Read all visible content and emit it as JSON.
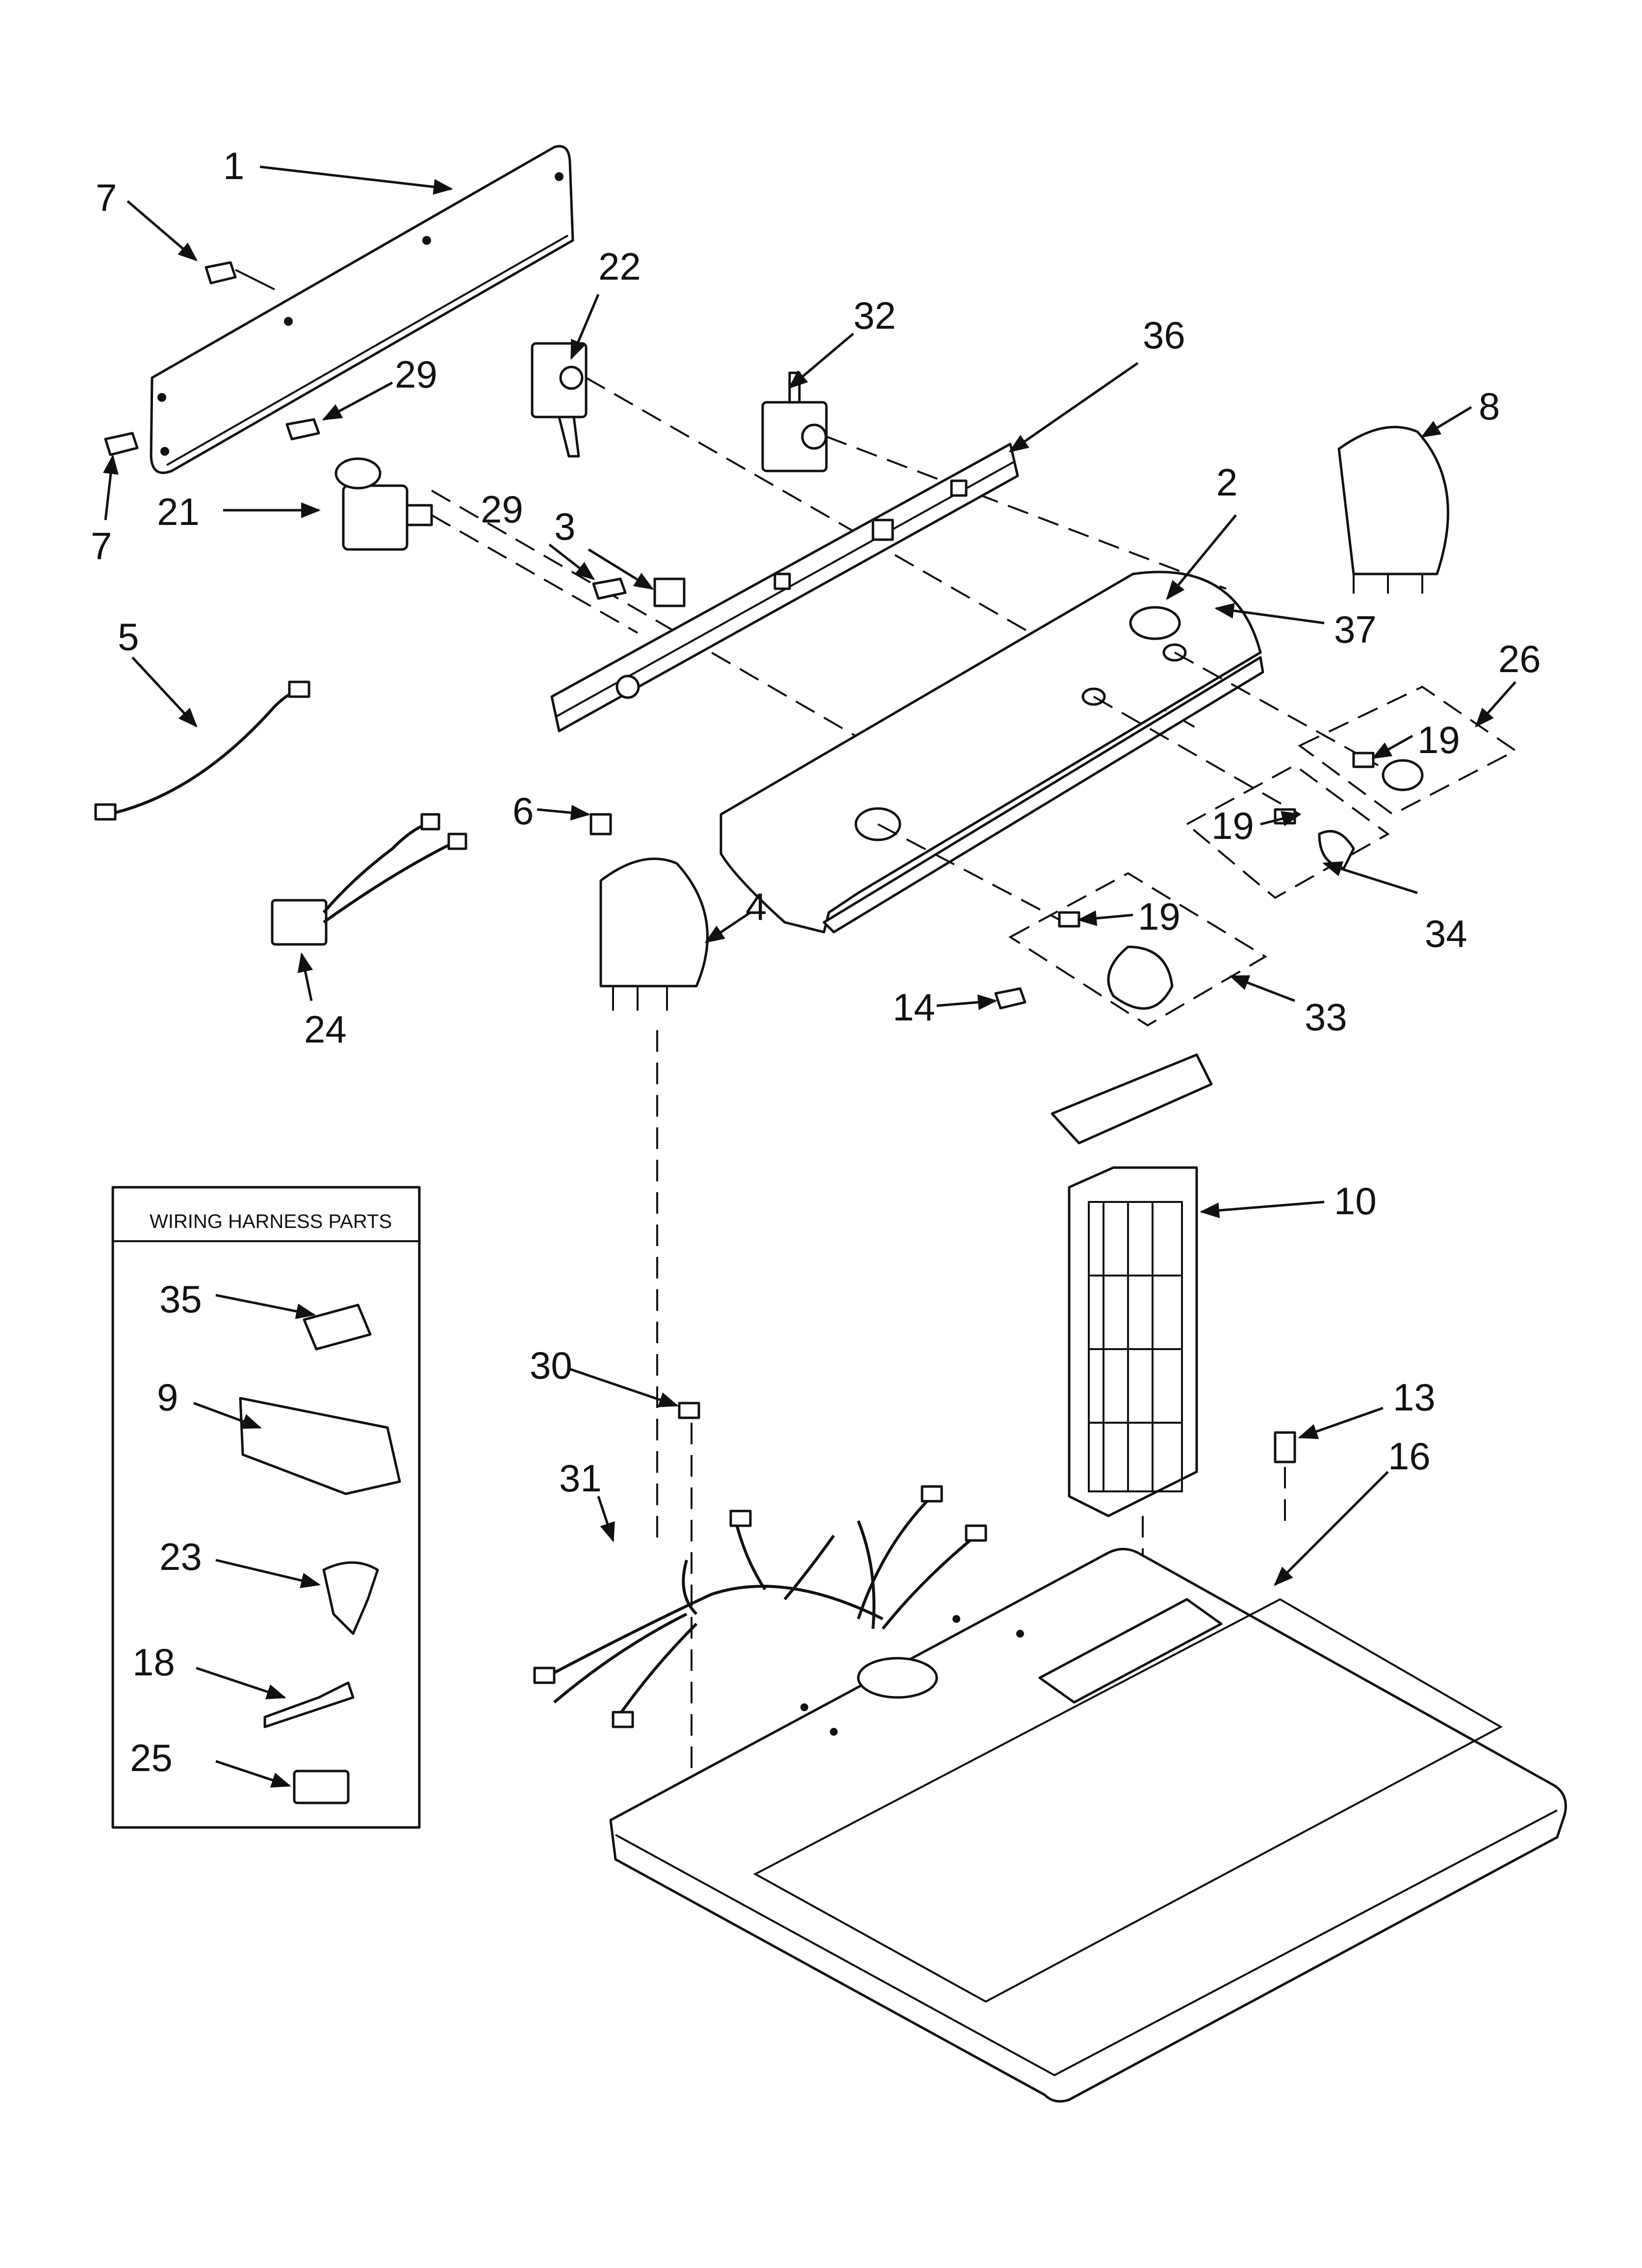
{
  "callouts": [
    {
      "id": "c1",
      "text": "1"
    },
    {
      "id": "c2",
      "text": "2"
    },
    {
      "id": "c3",
      "text": "3"
    },
    {
      "id": "c4",
      "text": "4"
    },
    {
      "id": "c5",
      "text": "5"
    },
    {
      "id": "c6",
      "text": "6"
    },
    {
      "id": "c7a",
      "text": "7"
    },
    {
      "id": "c7b",
      "text": "7"
    },
    {
      "id": "c8",
      "text": "8"
    },
    {
      "id": "c9",
      "text": "9"
    },
    {
      "id": "c10",
      "text": "10"
    },
    {
      "id": "c13",
      "text": "13"
    },
    {
      "id": "c14",
      "text": "14"
    },
    {
      "id": "c16",
      "text": "16"
    },
    {
      "id": "c18",
      "text": "18"
    },
    {
      "id": "c19a",
      "text": "19"
    },
    {
      "id": "c19b",
      "text": "19"
    },
    {
      "id": "c19c",
      "text": "19"
    },
    {
      "id": "c21",
      "text": "21"
    },
    {
      "id": "c22",
      "text": "22"
    },
    {
      "id": "c23",
      "text": "23"
    },
    {
      "id": "c24",
      "text": "24"
    },
    {
      "id": "c25",
      "text": "25"
    },
    {
      "id": "c26",
      "text": "26"
    },
    {
      "id": "c29a",
      "text": "29"
    },
    {
      "id": "c29b",
      "text": "29"
    },
    {
      "id": "c30",
      "text": "30"
    },
    {
      "id": "c31",
      "text": "31"
    },
    {
      "id": "c32",
      "text": "32"
    },
    {
      "id": "c33",
      "text": "33"
    },
    {
      "id": "c34",
      "text": "34"
    },
    {
      "id": "c35",
      "text": "35"
    },
    {
      "id": "c36",
      "text": "36"
    },
    {
      "id": "c37",
      "text": "37"
    }
  ],
  "harness_box": {
    "title": "WIRING HARNESS PARTS"
  }
}
